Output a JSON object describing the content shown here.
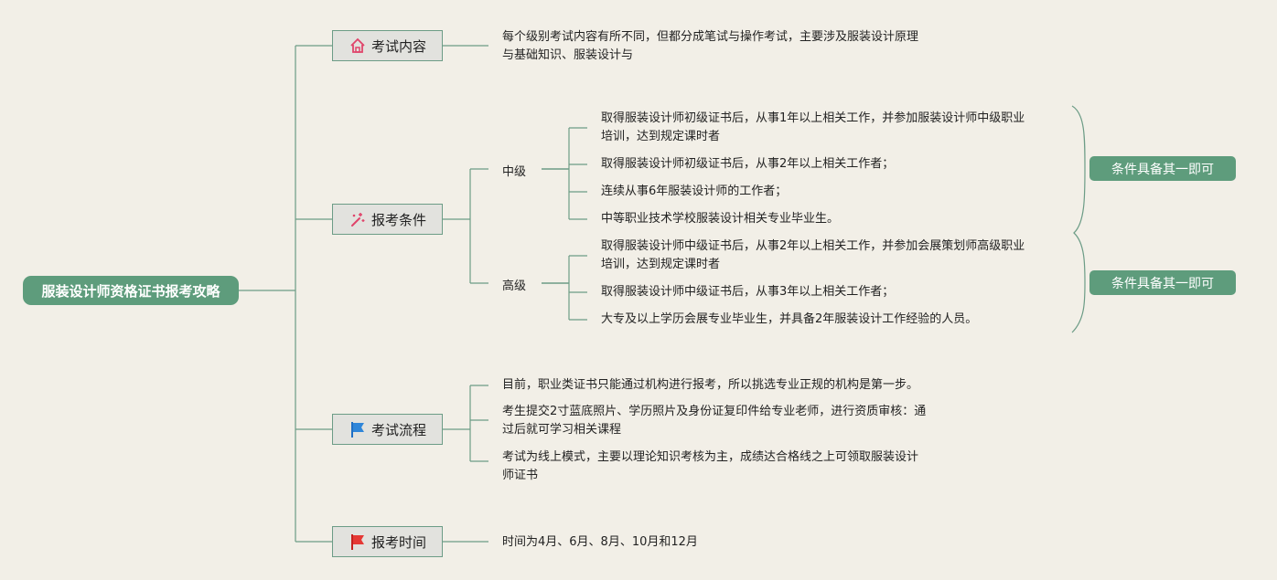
{
  "root": {
    "title": "服装设计师资格证书报考攻略"
  },
  "branches": [
    {
      "label": "考试内容",
      "icon": "house-icon"
    },
    {
      "label": "报考条件",
      "icon": "sparkle-icon"
    },
    {
      "label": "考试流程",
      "icon": "blue-flag-icon"
    },
    {
      "label": "报考时间",
      "icon": "red-flag-icon"
    }
  ],
  "content": {
    "line1": "每个级别考试内容有所不同，但都分成笔试与操作考试，主要涉及服装设计原理",
    "line2": "与基础知识、服装设计与"
  },
  "conditions": {
    "mid": {
      "label": "中级",
      "items": [
        [
          "取得服装设计师初级证书后，从事1年以上相关工作，并参加服装设计师中级职业",
          "培训，达到规定课时者"
        ],
        [
          "取得服装设计师初级证书后，从事2年以上相关工作者；"
        ],
        [
          "连续从事6年服装设计师的工作者；"
        ],
        [
          "中等职业技术学校服装设计相关专业毕业生。"
        ]
      ],
      "note": "条件具备其一即可"
    },
    "senior": {
      "label": "高级",
      "items": [
        [
          "取得服装设计师中级证书后，从事2年以上相关工作，并参加会展策划师高级职业",
          "培训，达到规定课时者"
        ],
        [
          "取得服装设计师中级证书后，从事3年以上相关工作者；"
        ],
        [
          "大专及以上学历会展专业毕业生，并具备2年服装设计工作经验的人员。"
        ]
      ],
      "note": "条件具备其一即可"
    }
  },
  "process": [
    [
      "目前，职业类证书只能通过机构进行报考，所以挑选专业正规的机构是第一步。"
    ],
    [
      "考生提交2寸蓝底照片、学历照片及身份证复印件给专业老师，进行资质审核：通",
      "过后就可学习相关课程"
    ],
    [
      "考试为线上模式，主要以理论知识考核为主，成绩达合格线之上可领取服装设计",
      "师证书"
    ]
  ],
  "time": {
    "text": "时间为4月、6月、8月、10月和12月"
  }
}
